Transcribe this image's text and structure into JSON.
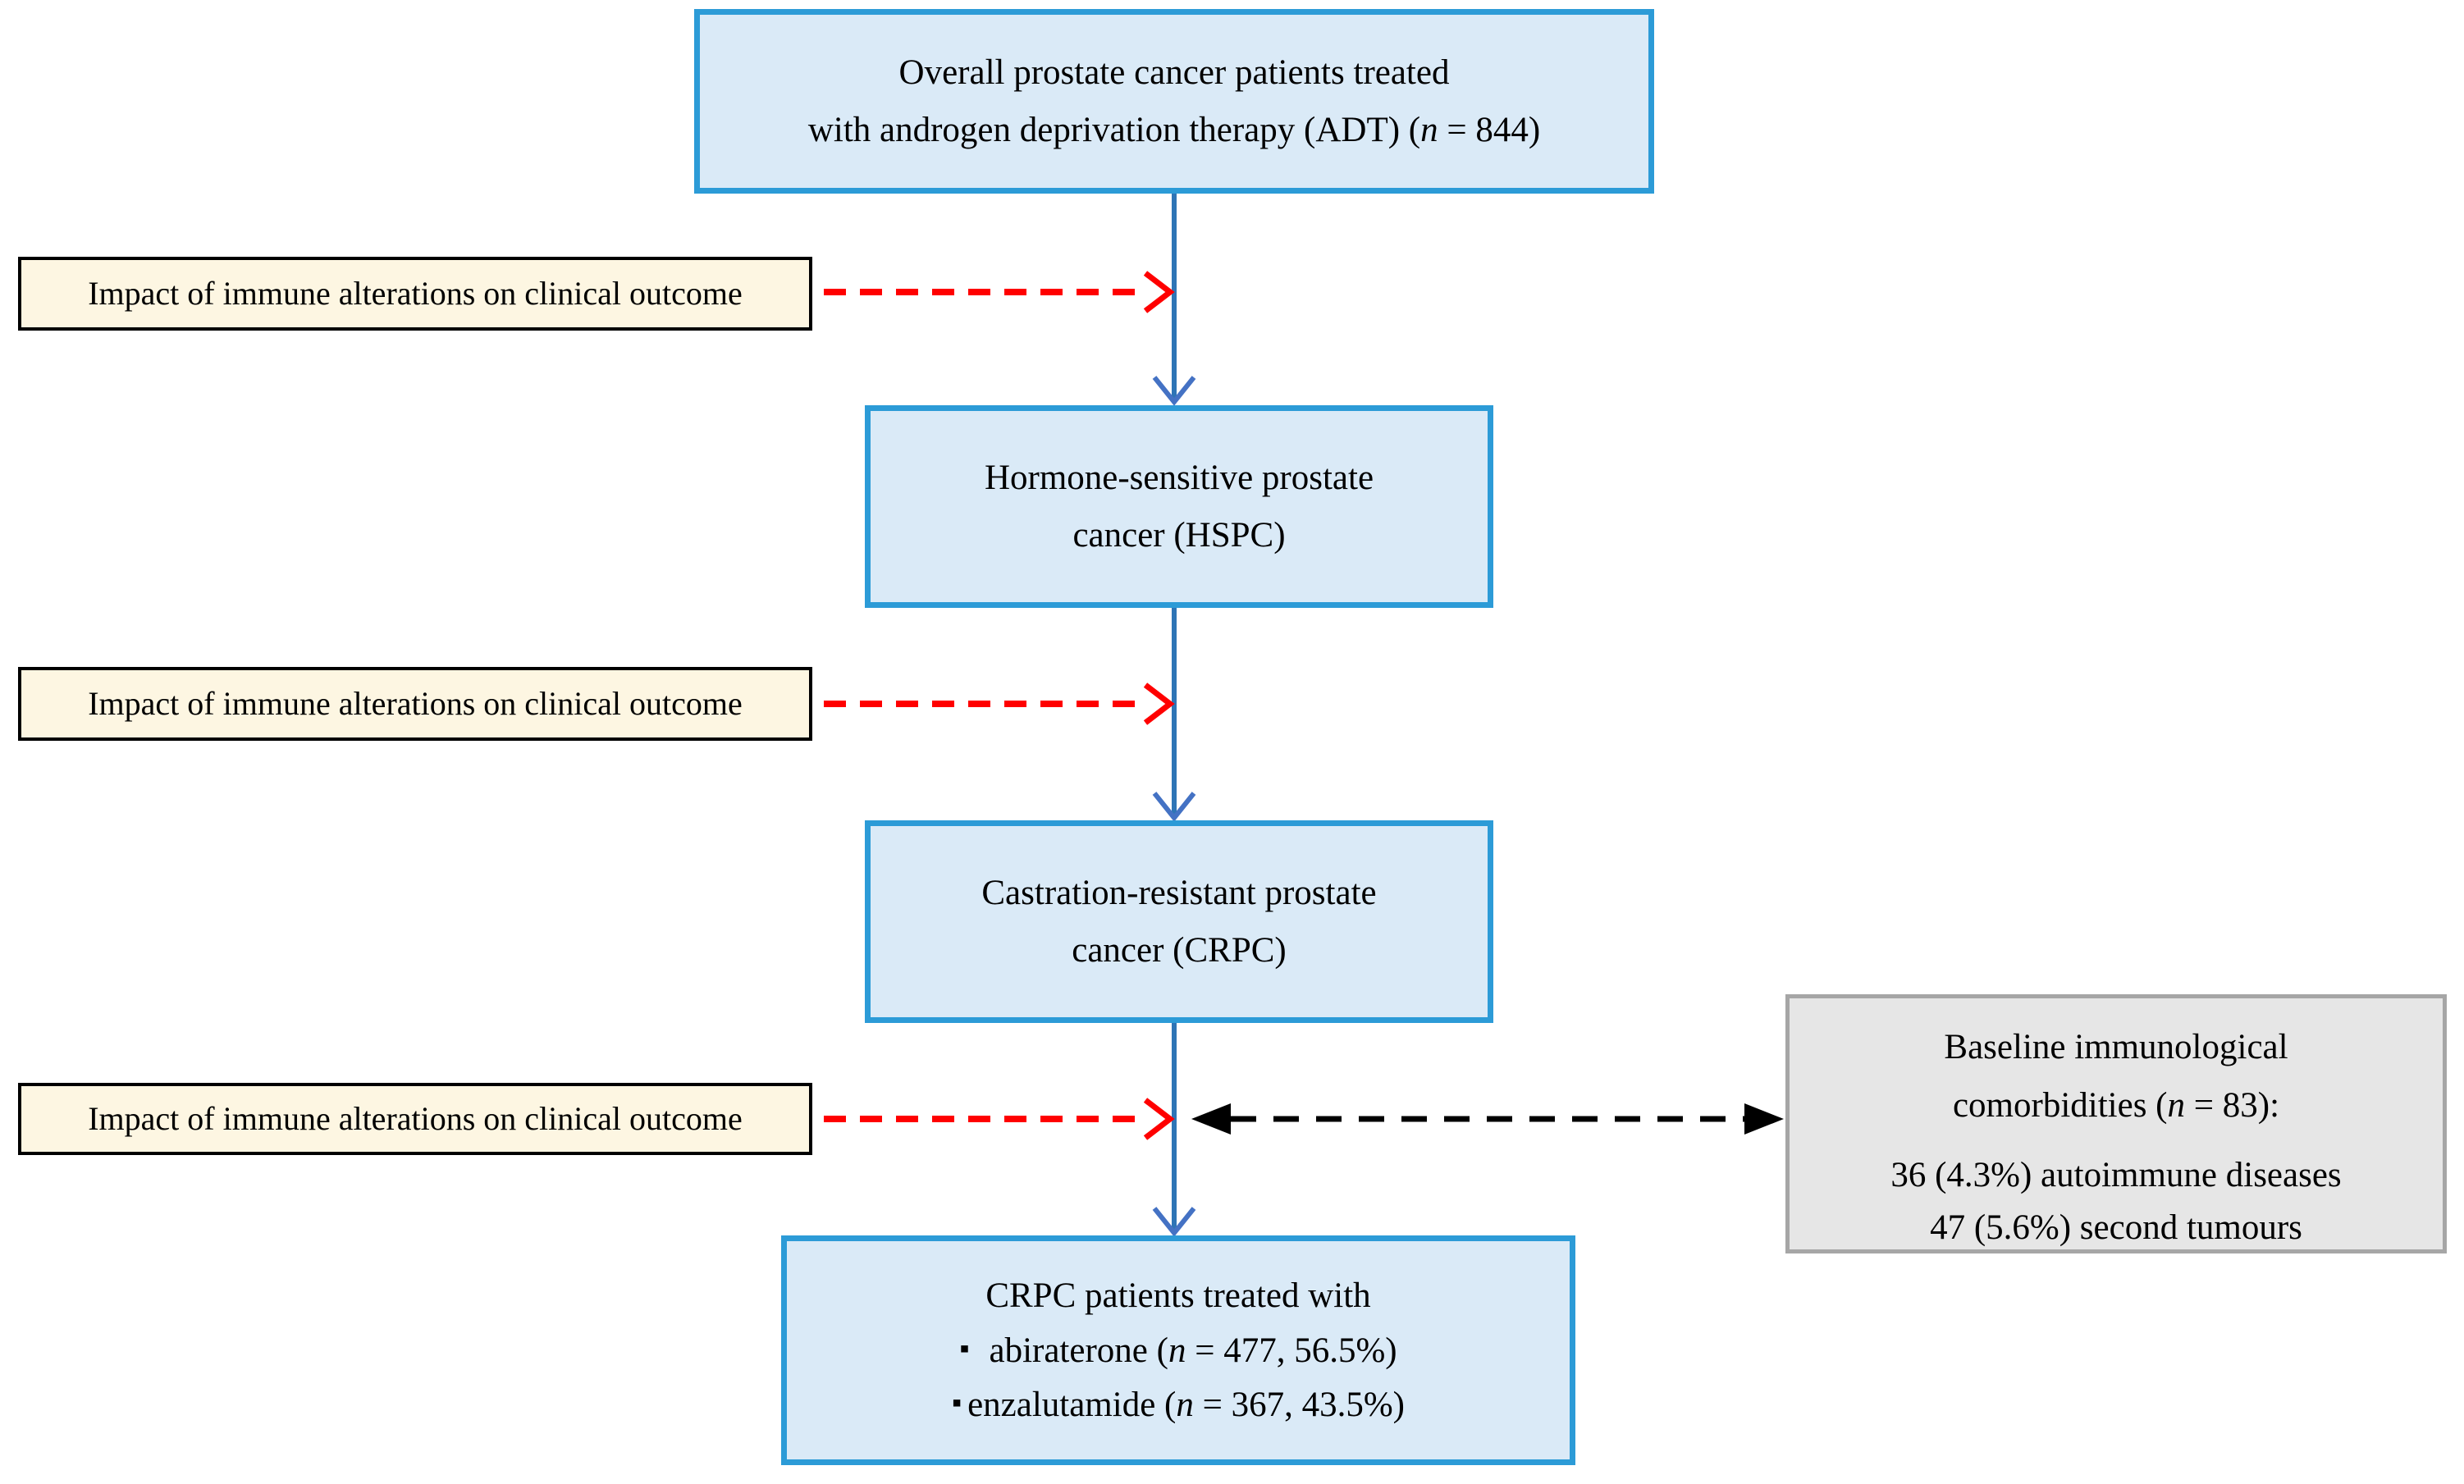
{
  "diagram": {
    "flow_nodes": {
      "adt": {
        "line1": "Overall prostate cancer patients treated",
        "line2": "with androgen deprivation therapy (ADT) (n = 844)"
      },
      "hspc": {
        "line1": "Hormone-sensitive prostate",
        "line2": "cancer (HSPC)"
      },
      "crpc": {
        "line1": "Castration-resistant prostate",
        "line2": "cancer (CRPC)"
      },
      "treatment": {
        "title": "CRPC patients treated with",
        "bullets": [
          {
            "glyph": "▪",
            "text": "abiraterone (n = 477, 56.5%)"
          },
          {
            "glyph": "▪",
            "text": "enzalutamide (n = 367, 43.5%)"
          }
        ]
      }
    },
    "side_labels": [
      {
        "text": "Impact of immune alterations on clinical outcome"
      },
      {
        "text": "Impact of immune alterations on clinical outcome"
      },
      {
        "text": "Impact of immune alterations on clinical outcome"
      }
    ],
    "note": {
      "title_line1": "Baseline immunological",
      "title_line2": "comorbidities (n = 83):",
      "detail_line1": "36 (4.3%) autoimmune diseases",
      "detail_line2": "47 (5.6%) second tumours"
    },
    "colors": {
      "node_fill": "#daeaf7",
      "node_border": "#2c9bd7",
      "connector_blue": "#2e75b6",
      "arrowhead_blue": "#4472c4",
      "side_label_fill": "#fdf6e2",
      "side_label_border": "#000000",
      "note_fill": "#e6e6e6",
      "note_border": "#a6a6a6",
      "impact_arrow_red": "#ff0000",
      "link_arrow_black": "#000000",
      "text_color": "#000000"
    }
  }
}
